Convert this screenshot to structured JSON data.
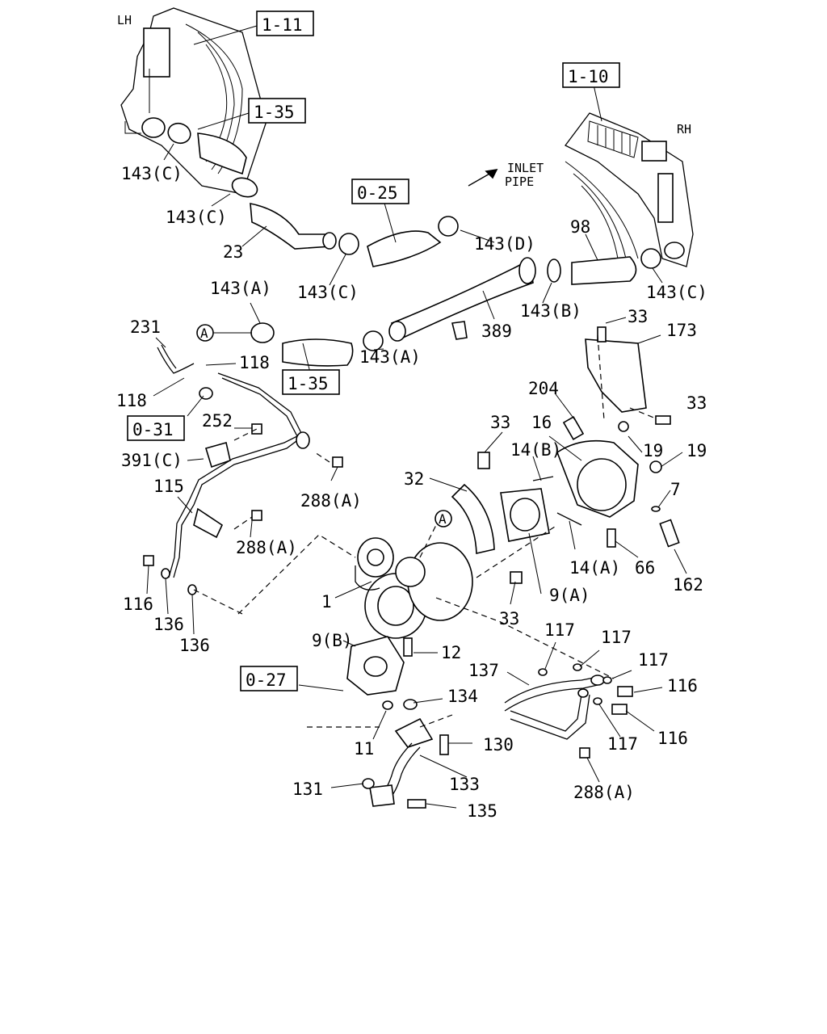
{
  "side_labels": {
    "left": "LH",
    "right": "RH"
  },
  "inlet_pipe": {
    "line1": "INLET",
    "line2": "PIPE"
  },
  "ref_boxes": [
    "1-11",
    "1-35",
    "1-10",
    "0-25",
    "1-35",
    "0-31",
    "0-27"
  ],
  "circle_marks": [
    "A",
    "A"
  ],
  "callouts": [
    "143(C)",
    "143(C)",
    "23",
    "143(C)",
    "143(D)",
    "98",
    "143(C)",
    "143(A)",
    "143(A)",
    "143(B)",
    "389",
    "33",
    "173",
    "231",
    "118",
    "118",
    "252",
    "391(C)",
    "288(A)",
    "115",
    "288(A)",
    "116",
    "136",
    "136",
    "204",
    "33",
    "16",
    "14(B)",
    "32",
    "33",
    "19",
    "19",
    "7",
    "14(A)",
    "66",
    "162",
    "9(A)",
    "33",
    "1",
    "9(B)",
    "12",
    "117",
    "117",
    "117",
    "116",
    "137",
    "116",
    "117",
    "134",
    "11",
    "130",
    "133",
    "131",
    "135",
    "288(A)"
  ]
}
